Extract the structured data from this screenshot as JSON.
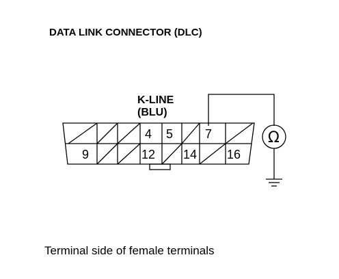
{
  "title": "DATA LINK CONNECTOR (DLC)",
  "signal_label": "K-LINE",
  "wire_color": "(BLU)",
  "meter_symbol": "Ω",
  "caption": "Terminal side of female terminals",
  "pins": {
    "top_row": [
      "",
      "",
      "",
      "4",
      "5",
      "",
      "7",
      ""
    ],
    "bottom_row": [
      "9",
      "",
      "",
      "12",
      "",
      "14",
      "",
      "16"
    ]
  }
}
